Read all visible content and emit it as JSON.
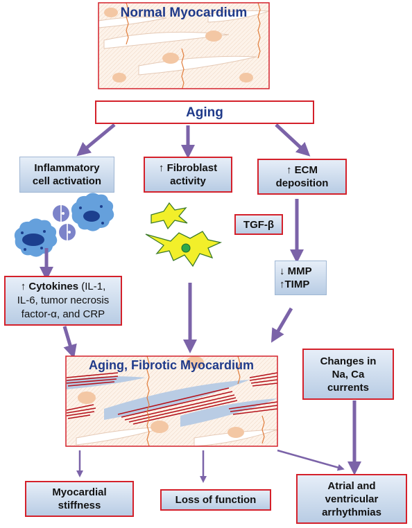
{
  "tissue": {
    "normal_title": "Normal Myocardium",
    "fibrotic_title": "Aging, Fibrotic Myocardium"
  },
  "nodes": {
    "aging": "Aging",
    "inflammatory_line1": "Inflammatory",
    "inflammatory_line2": "cell activation",
    "fibroblast_line1": "↑ Fibroblast",
    "fibroblast_line2": "activity",
    "ecm_line1": "↑ ECM",
    "ecm_line2": "deposition",
    "tgf": "TGF-β",
    "mmp_line1": "↓ MMP",
    "mmp_line2": "↑TIMP",
    "cytokines_bold": "↑ Cytokines",
    "cytokines_rest1": " (IL-1,",
    "cytokines_line2": "IL-6, tumor necrosis",
    "cytokines_line3": "factor-α, and CRP",
    "channels_line1": "Changes in",
    "channels_line2": "Na, Ca",
    "channels_line3": "currents",
    "stiffness_line1": "Myocardial",
    "stiffness_line2": "stiffness",
    "loss": "Loss of function",
    "arrhythmia_line1": "Atrial and",
    "arrhythmia_line2": "ventricular",
    "arrhythmia_line3": "arrhythmias"
  },
  "colors": {
    "arrow": "#7b63a8",
    "red_border": "#d4202a",
    "title_blue": "#1f3a8a",
    "tissue_bg": "#fdf0e6",
    "nucleus": "#f3c7a4",
    "fiber_blue": "#b9cce4",
    "collagen_red": "#b5121b",
    "fibroblast_yellow": "#f2ef2a",
    "immune_cell": "#4a8fd6"
  }
}
